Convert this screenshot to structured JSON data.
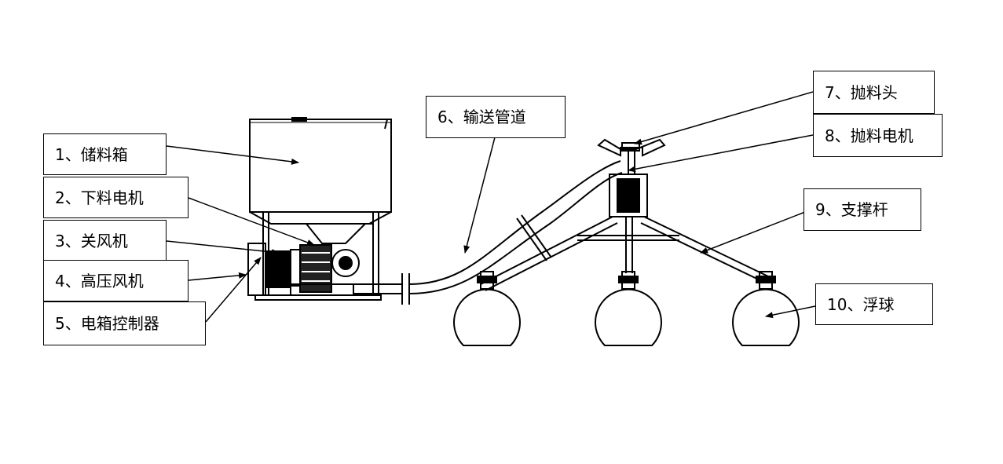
{
  "labels": {
    "storage_tank": "1、储料箱",
    "feed_motor": "2、下料电机",
    "air_lock": "3、关风机",
    "blower": "4、高压风机",
    "control_box": "5、电箱控制器",
    "pipeline": "6、输送管道",
    "throw_head": "7、抛料头",
    "throw_motor": "8、抛料电机",
    "support_rod": "9、支撑杆",
    "float_ball": "10、浮球"
  },
  "colors": {
    "line": "#000000",
    "background": "#ffffff"
  }
}
